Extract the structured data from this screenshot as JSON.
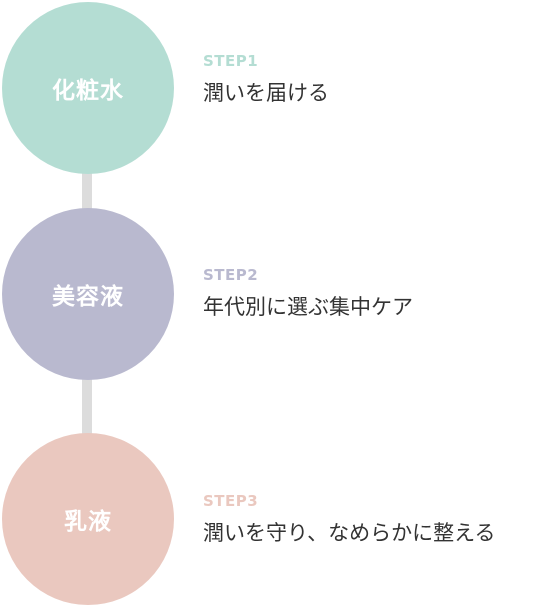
{
  "steps": [
    {
      "product": "化粧水",
      "label": "STEP1",
      "description": "潤いを届ける",
      "color": "#b4ddd3"
    },
    {
      "product": "美容液",
      "label": "STEP2",
      "description": "年代別に選ぶ集中ケア",
      "color": "#b9b9cf"
    },
    {
      "product": "乳液",
      "label": "STEP3",
      "description": "潤いを守り、なめらかに整える",
      "color": "#eac8bf"
    }
  ]
}
